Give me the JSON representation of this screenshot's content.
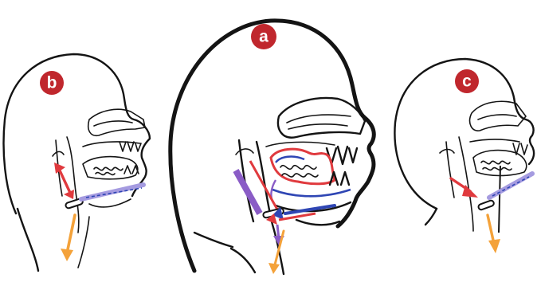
{
  "panels": [
    {
      "id": "a",
      "label": "a"
    },
    {
      "id": "b",
      "label": "b"
    },
    {
      "id": "c",
      "label": "c"
    }
  ],
  "colors": {
    "badge": "#c0272d",
    "outline": "#141414",
    "red_arrow": "#e03a3e",
    "orange_arrow": "#f4a23a",
    "blue_arrow": "#2f46b4",
    "purple_band": "#8a5cc6",
    "light_purple": "#a59be0"
  }
}
